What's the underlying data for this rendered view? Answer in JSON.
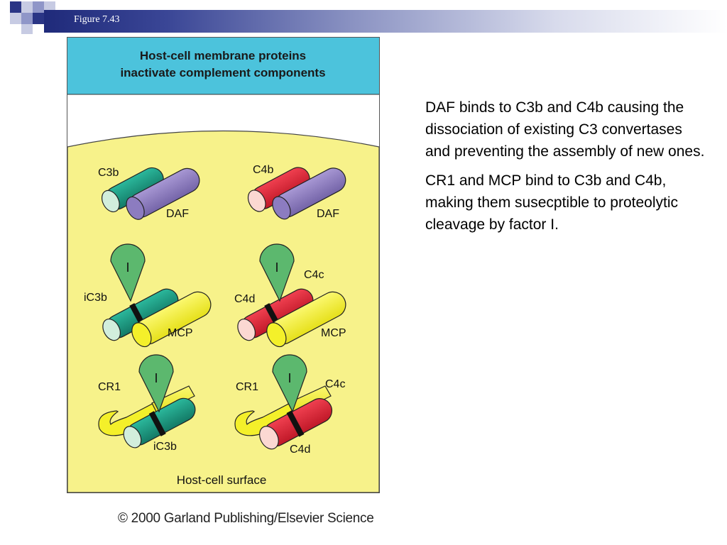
{
  "slide": {
    "figure_caption": "Figure 7.43",
    "copyright": "© 2000 Garland Publishing/Elsevier Science",
    "paragraphs": [
      "DAF binds to C3b and C4b causing the dissociation of existing C3 convertases and preventing the assembly of new ones.",
      "CR1 and MCP bind to C3b and C4b, making them susecptible to proteolytic cleavage by factor I."
    ]
  },
  "figure": {
    "title_line1": "Host-cell membrane proteins",
    "title_line2": "inactivate complement components",
    "surface_label": "Host-cell surface",
    "labels": {
      "c3b": "C3b",
      "daf_left": "DAF",
      "c4b": "C4b",
      "daf_right": "DAF",
      "i_mid_left": "I",
      "ic3b_mid": "iC3b",
      "mcp_left": "MCP",
      "i_mid_right": "I",
      "c4c_mid": "C4c",
      "c4d_mid": "C4d",
      "mcp_right": "MCP",
      "cr1_left": "CR1",
      "i_bot_left": "I",
      "ic3b_bot": "iC3b",
      "cr1_right": "CR1",
      "i_bot_right": "I",
      "c4c_bot": "C4c",
      "c4d_bot": "C4d"
    }
  },
  "colors": {
    "header_dark": "#1f2a7a",
    "panel_title_bg": "#4cc3dc",
    "surface_yellow": "#f7f28a",
    "teal": "#1fa38a",
    "purple": "#9080c0",
    "red": "#e8283c",
    "yellow_protein": "#f4f02a",
    "factor_i_green": "#5cb86e"
  }
}
